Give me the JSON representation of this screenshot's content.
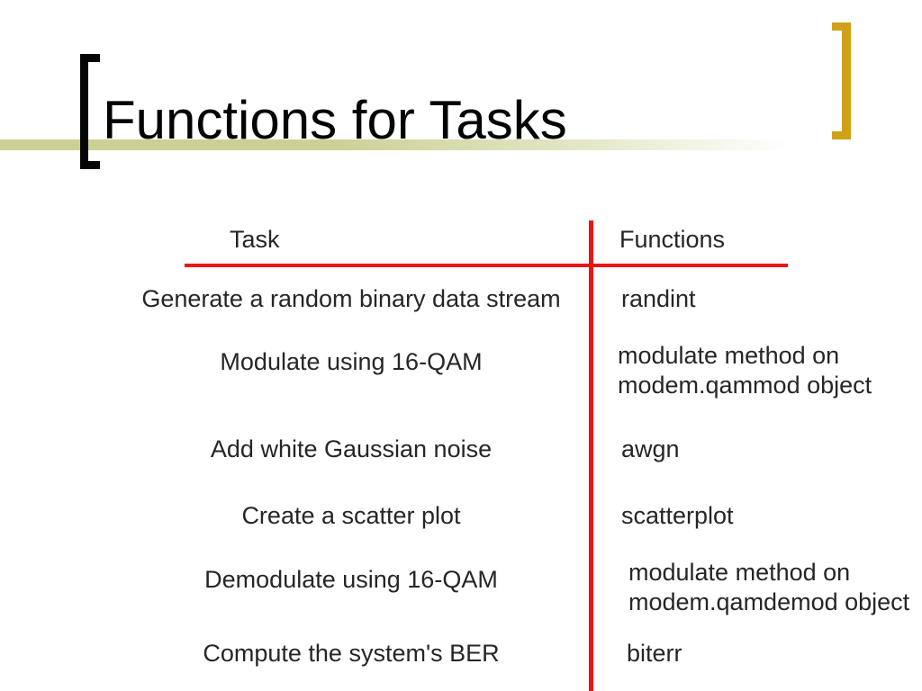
{
  "slide": {
    "title": "Functions for Tasks",
    "decorations": {
      "left_bracket_icon": "open-square-bracket",
      "right_bracket_icon": "close-square-bracket",
      "title_underline": "olive gradient rule"
    },
    "colors": {
      "accent_red": "#ee1313",
      "rule_olive": "#ccd094",
      "bracket_gold": "#d0a016",
      "bracket_black": "#050505",
      "body_text": "#262626",
      "title_text": "#040404",
      "background": "#ffffff"
    }
  },
  "table": {
    "headers": {
      "task": "Task",
      "functions": "Functions"
    },
    "rows": [
      {
        "task": "Generate a random binary data stream",
        "function": "randint"
      },
      {
        "task": "Modulate using 16-QAM",
        "function": "modulate method on\nmodem.qammod object"
      },
      {
        "task": "Add white Gaussian noise",
        "function": "awgn"
      },
      {
        "task": "Create a scatter plot",
        "function": "scatterplot"
      },
      {
        "task": "Demodulate using 16-QAM",
        "function": "modulate method on\nmodem.qamdemod object"
      },
      {
        "task": "Compute the system's BER",
        "function": "biterr"
      }
    ]
  }
}
